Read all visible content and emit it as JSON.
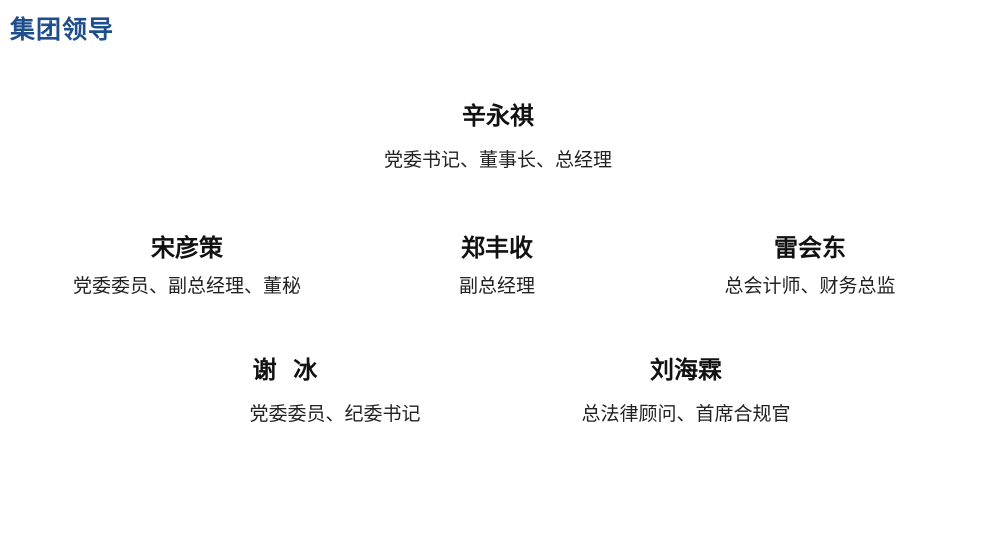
{
  "page": {
    "title": "集团领导"
  },
  "leaders": [
    {
      "name": "辛永祺",
      "role": "党委书记、董事长、总经理"
    },
    {
      "name": "宋彦策",
      "role": "党委委员、副总经理、董秘"
    },
    {
      "name": "郑丰收",
      "role": "副总经理"
    },
    {
      "name": "雷会东",
      "role": "总会计师、财务总监"
    },
    {
      "name": "谢  冰",
      "role": "党委委员、纪委书记"
    },
    {
      "name": "刘海霖",
      "role": "总法律顾问、首席合规官"
    }
  ],
  "colors": {
    "title": "#1f4e8c",
    "text": "#1a1a1a"
  }
}
